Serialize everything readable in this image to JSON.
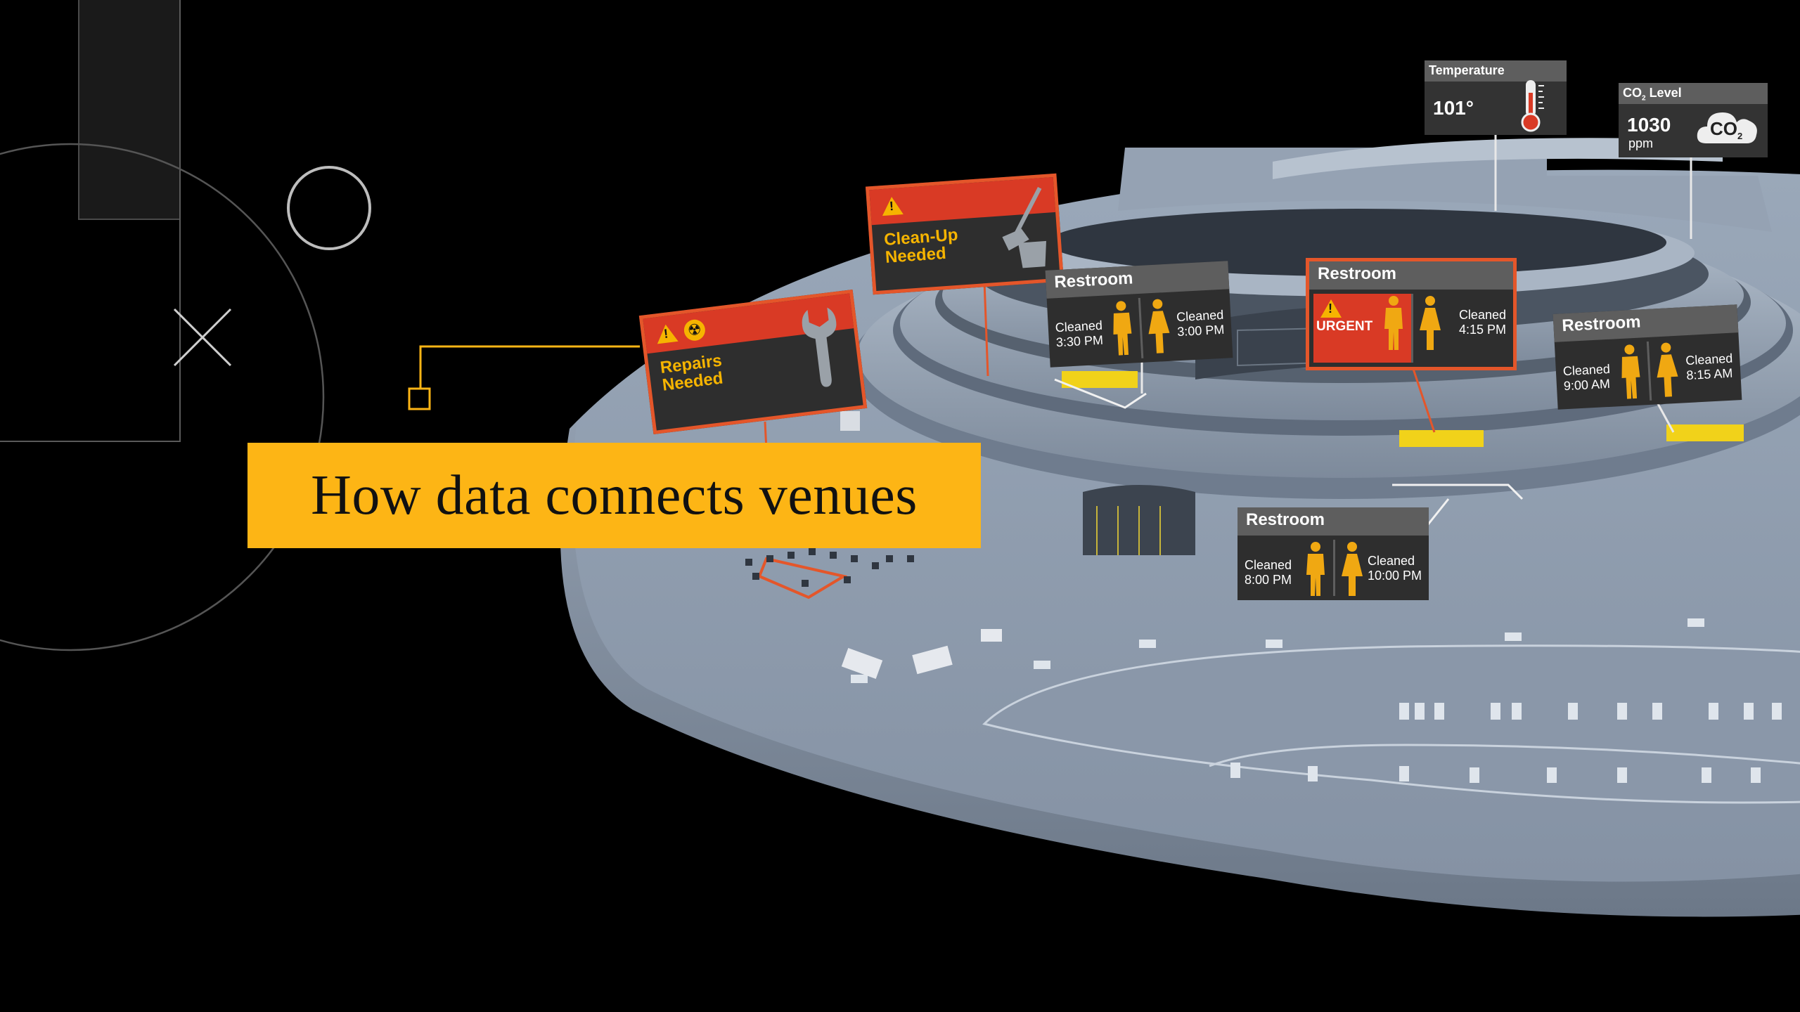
{
  "title": "How data connects venues",
  "colors": {
    "accent": "#fdb515",
    "alert": "#d93a25",
    "alert_border": "#e4562a",
    "sign_bg": "#2e2e2e",
    "sign_head": "#5e5e5e",
    "figure": "#f0a812",
    "venue": "#8f9cad"
  },
  "sensors": {
    "temperature": {
      "label": "Temperature",
      "value": "101°",
      "icon": "thermometer-icon"
    },
    "co2": {
      "label_main": "CO",
      "label_sub": "2",
      "label_tail": " Level",
      "value": "1030",
      "unit": "ppm",
      "icon": "co2-cloud-icon",
      "icon_text": "CO",
      "icon_sub": "2"
    }
  },
  "alerts": {
    "repairs": {
      "line1": "Repairs",
      "line2": "Needed",
      "icons": [
        "warning-icon",
        "radiation-icon",
        "wrench-icon"
      ]
    },
    "cleanup": {
      "line1": "Clean-Up",
      "line2": "Needed",
      "icons": [
        "warning-icon",
        "mop-bucket-icon"
      ]
    }
  },
  "restrooms": [
    {
      "id": "a",
      "title": "Restroom",
      "left_label": "Cleaned",
      "left_time": "3:30 PM",
      "right_label": "Cleaned",
      "right_time": "3:00 PM",
      "urgent": false
    },
    {
      "id": "b",
      "title": "Restroom",
      "left_label": "URGENT",
      "left_time": "",
      "right_label": "Cleaned",
      "right_time": "4:15 PM",
      "urgent": true
    },
    {
      "id": "c",
      "title": "Restroom",
      "left_label": "Cleaned",
      "left_time": "9:00 AM",
      "right_label": "Cleaned",
      "right_time": "8:15 AM",
      "urgent": false
    },
    {
      "id": "d",
      "title": "Restroom",
      "left_label": "Cleaned",
      "left_time": "8:00 PM",
      "right_label": "Cleaned",
      "right_time": "10:00 PM",
      "urgent": false
    }
  ]
}
